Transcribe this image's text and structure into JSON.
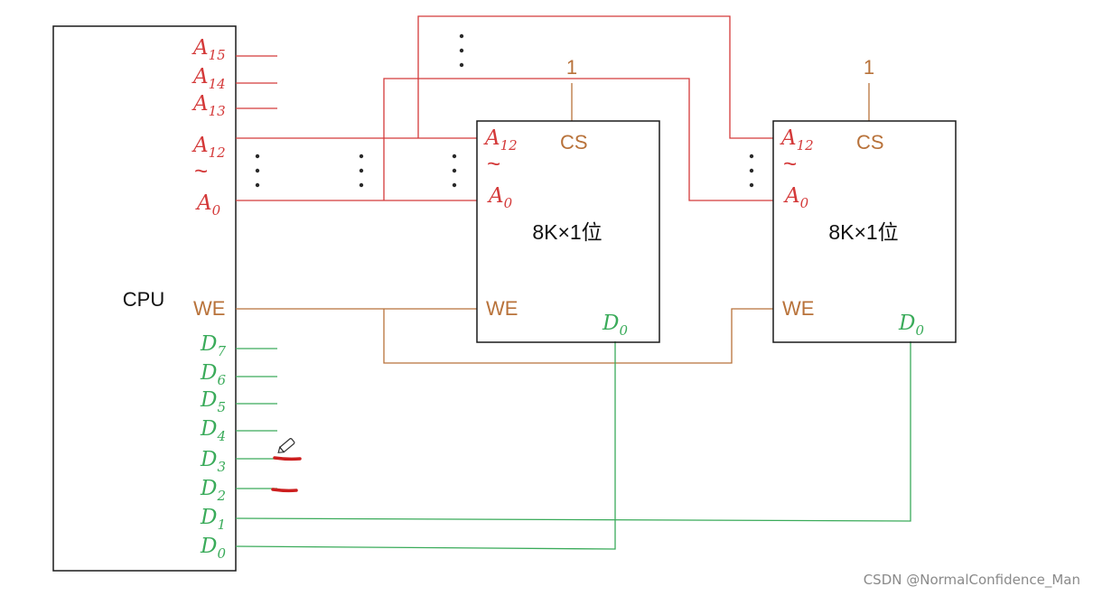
{
  "colors": {
    "address": "#d43a3a",
    "control": "#b8723a",
    "data": "#3aab5a",
    "box": "#1a1a1a",
    "watermark": "#8a8a8a"
  },
  "cpu": {
    "label": "CPU",
    "address_pins": [
      {
        "name": "A",
        "sub": "15"
      },
      {
        "name": "A",
        "sub": "14"
      },
      {
        "name": "A",
        "sub": "13"
      },
      {
        "name": "A",
        "sub": "12"
      },
      {
        "name": "A",
        "sub": "0"
      }
    ],
    "range_mark": "~",
    "we_label": "WE",
    "data_pins": [
      {
        "name": "D",
        "sub": "7"
      },
      {
        "name": "D",
        "sub": "6"
      },
      {
        "name": "D",
        "sub": "5"
      },
      {
        "name": "D",
        "sub": "4"
      },
      {
        "name": "D",
        "sub": "3"
      },
      {
        "name": "D",
        "sub": "2"
      },
      {
        "name": "D",
        "sub": "1"
      },
      {
        "name": "D",
        "sub": "0"
      }
    ]
  },
  "chips": [
    {
      "label": "8K×1位",
      "cs": "CS",
      "cs_value": "1",
      "a_high": {
        "name": "A",
        "sub": "12"
      },
      "a_low": {
        "name": "A",
        "sub": "0"
      },
      "range_mark": "~",
      "we": "WE",
      "d": {
        "name": "D",
        "sub": "0"
      }
    },
    {
      "label": "8K×1位",
      "cs": "CS",
      "cs_value": "1",
      "a_high": {
        "name": "A",
        "sub": "12"
      },
      "a_low": {
        "name": "A",
        "sub": "0"
      },
      "range_mark": "~",
      "we": "WE",
      "d": {
        "name": "D",
        "sub": "0"
      }
    }
  ],
  "watermark": "CSDN @NormalConfidence_Man"
}
